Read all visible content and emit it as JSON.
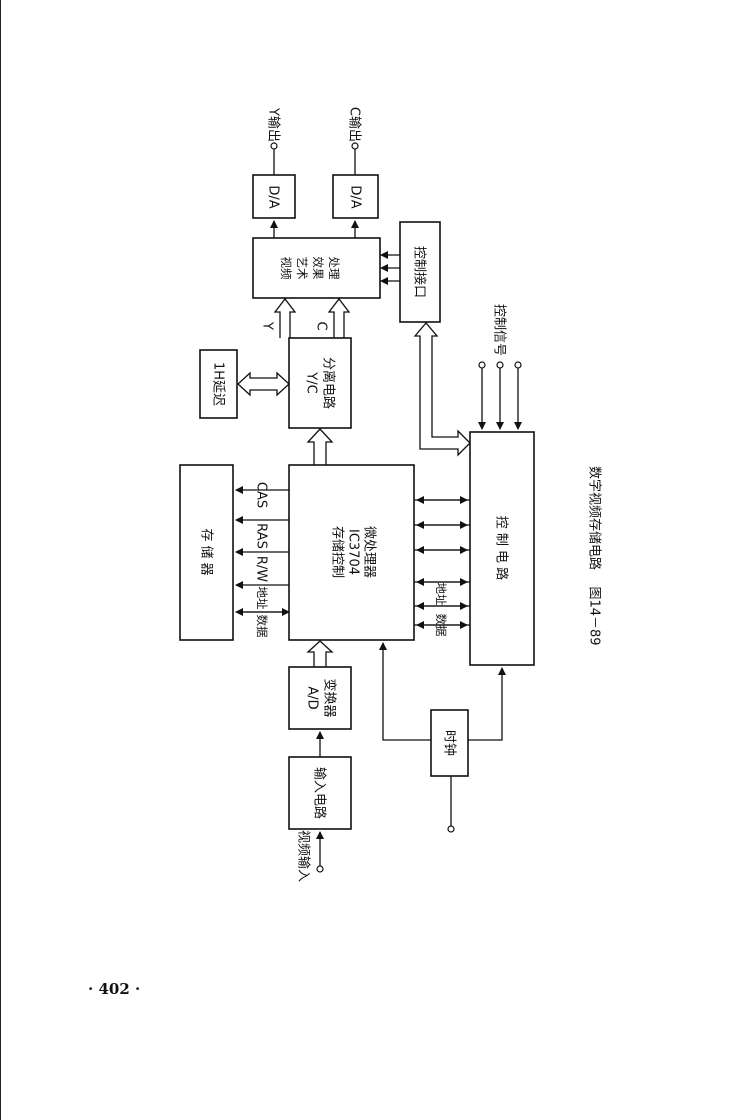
{
  "diagram": {
    "blocks": {
      "input_circuit": "输入电路",
      "ad_converter_line1": "A/D",
      "ad_converter_line2": "变换器",
      "processor_line1": "存储控制",
      "processor_line2": "IC3704",
      "processor_line3": "微处理器",
      "memory": "存  储  器",
      "yc_separator_line1": "Y/C",
      "yc_separator_line2": "分离电路",
      "delay_1h": "1H延迟",
      "video_effect_line1": "视频",
      "video_effect_line2": "艺术",
      "video_effect_line3": "效果",
      "video_effect_line4": "处理",
      "da_y": "D/A",
      "da_c": "D/A",
      "control_interface": "控制接口",
      "control_circuit": "控  制  电  路",
      "clock": "时钟"
    },
    "signals": {
      "video_input": "视频输入",
      "y_output": "Y输出",
      "c_output": "C输出",
      "y": "Y",
      "c": "C",
      "data_mem": "数据",
      "address": "地址",
      "rw": "R/W",
      "ras": "RAS",
      "cas": "CAS",
      "data_ctrl": "数据",
      "address_ctrl": "地址",
      "control_signal": "控制信号"
    },
    "caption_number": "图14－89",
    "caption_text": "数字视频存储电路"
  },
  "page": {
    "number": "· 402 ·"
  }
}
